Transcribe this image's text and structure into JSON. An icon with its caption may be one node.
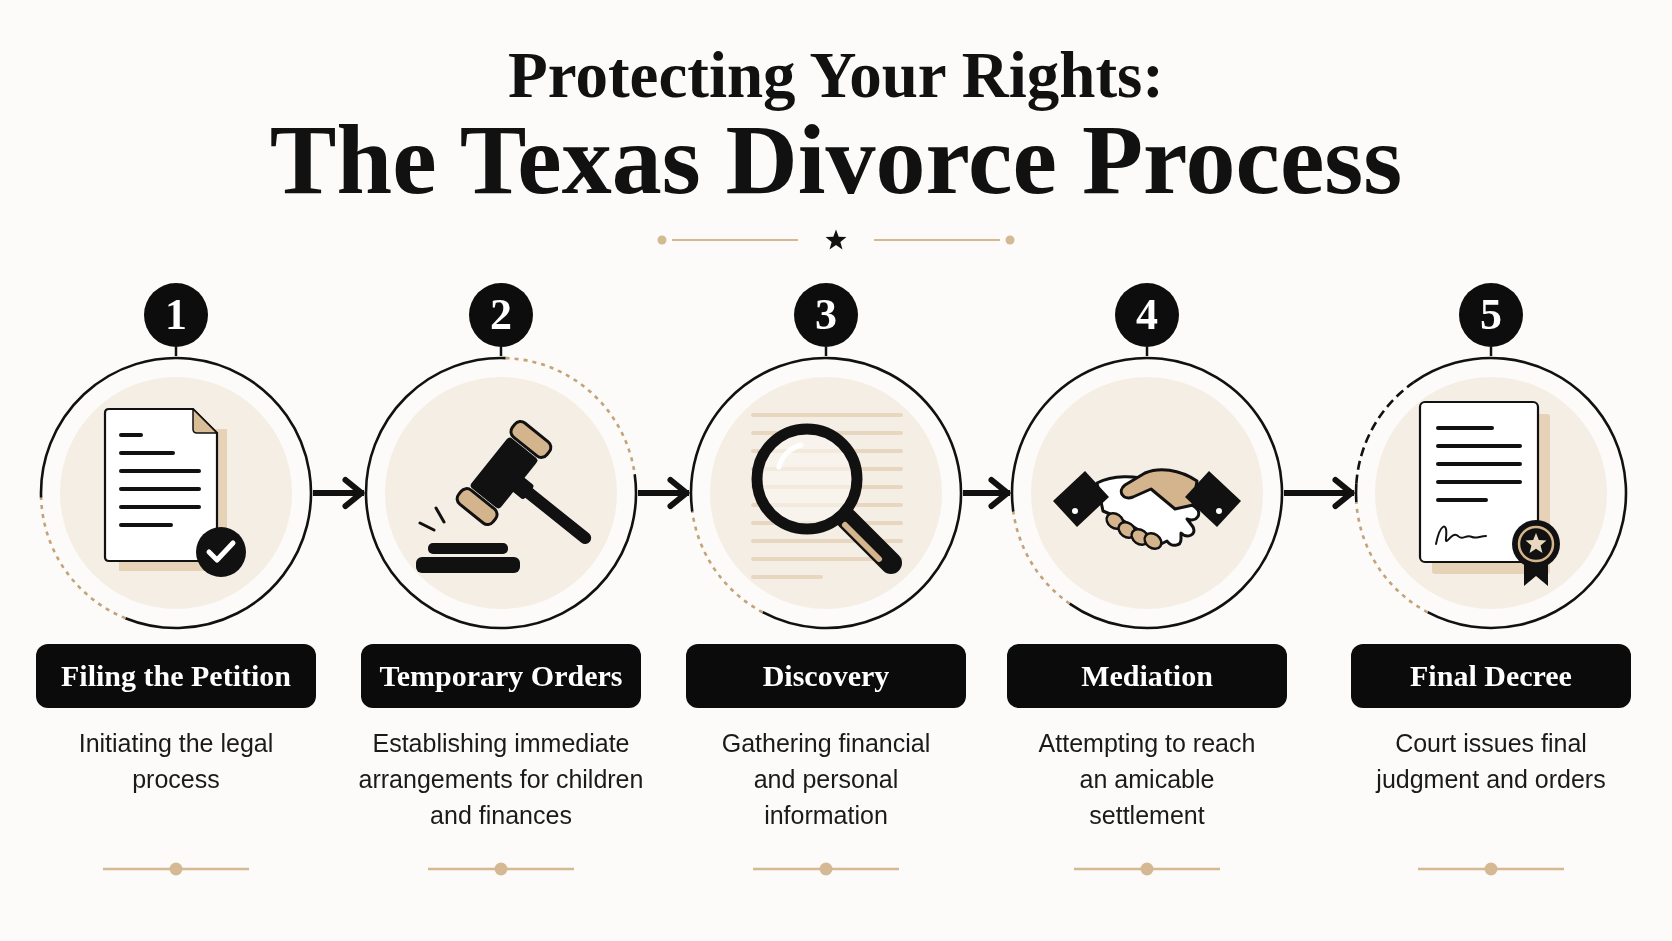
{
  "diagram": {
    "title": "The Texas Divorce Process",
    "labels": [
      "Protecting Your Rights:"
    ],
    "nodes": [
      {
        "text": [
          "1"
        ]
      },
      {
        "text": [],
        "shape": "circle"
      },
      {
        "text": [
          "Filing the Petition"
        ],
        "beside": [
          "Initiating the legal process"
        ]
      },
      {
        "text": [
          "2"
        ]
      },
      {
        "text": [],
        "shape": "circle"
      },
      {
        "text": [
          "Temporary Orders"
        ],
        "beside": [
          "Establishing immediate arrangements for children and finances"
        ]
      },
      {
        "text": [
          "3"
        ]
      },
      {
        "text": [],
        "shape": "circle"
      },
      {
        "text": [
          "Discovery"
        ],
        "beside": [
          "Gathering financial and personal information"
        ]
      },
      {
        "text": [
          "4"
        ]
      },
      {
        "text": [],
        "shape": "circle"
      },
      {
        "text": [
          "Mediation"
        ],
        "beside": [
          "Attempting to reach an amicable settlement"
        ]
      },
      {
        "text": [
          "5"
        ]
      },
      {
        "text": [],
        "shape": "circle"
      },
      {
        "text": [
          "Final Decree"
        ],
        "beside": [
          "Court issues final judgment and orders"
        ]
      }
    ],
    "edges": [
      {
        "from": 0,
        "to": 1,
        "arrow": "none"
      },
      {
        "from": 3,
        "to": 4,
        "arrow": "none"
      },
      {
        "from": 6,
        "to": 7,
        "arrow": "none"
      },
      {
        "from": 9,
        "to": 10,
        "arrow": "none"
      },
      {
        "from": 12,
        "to": 13,
        "arrow": "none"
      },
      {
        "from": 1,
        "to": 4,
        "arrow": "to",
        "style": "thick"
      },
      {
        "from": 4,
        "to": 7,
        "arrow": "to",
        "style": "thick"
      },
      {
        "from": 7,
        "to": 10,
        "arrow": "to",
        "style": "thick"
      },
      {
        "from": 10,
        "to": 13,
        "arrow": "to",
        "style": "thick"
      }
    ]
  }
}
